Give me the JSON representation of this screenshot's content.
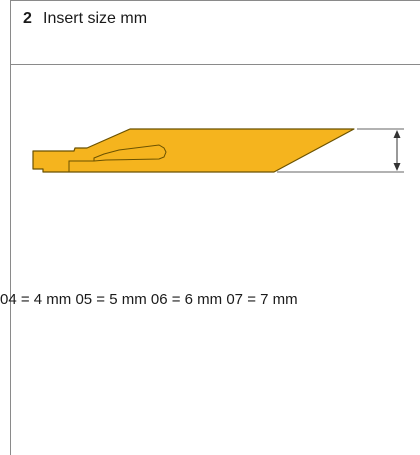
{
  "header": {
    "number": "2",
    "title": "Insert size mm"
  },
  "sizes_text": "04 = 4 mm 05 = 5 mm 06 = 6 mm 07 = 7 mm",
  "colors": {
    "insert_fill": "#f5b41e",
    "insert_stroke": "#6b5200",
    "border": "#8a8a8a",
    "text": "#1a1a1a"
  },
  "icons": {
    "drawing": "insert-profile-drawing",
    "dimension": "double-arrow-dimension"
  }
}
